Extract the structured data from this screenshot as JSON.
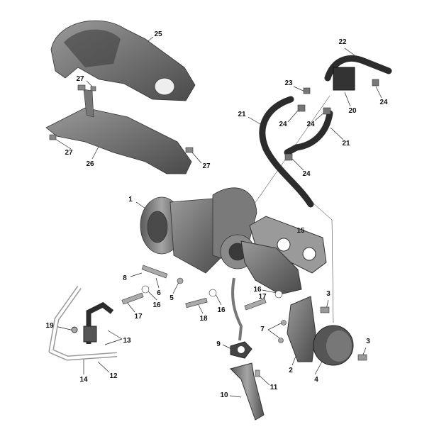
{
  "callouts": [
    "25",
    "27",
    "26",
    "27",
    "27",
    "22",
    "23",
    "20",
    "24",
    "21",
    "24",
    "24",
    "21",
    "24",
    "1",
    "15",
    "8",
    "6",
    "5",
    "16",
    "17",
    "16",
    "17",
    "3",
    "18",
    "16",
    "7",
    "19",
    "13",
    "9",
    "3",
    "14",
    "12",
    "2",
    "4",
    "11",
    "10"
  ]
}
